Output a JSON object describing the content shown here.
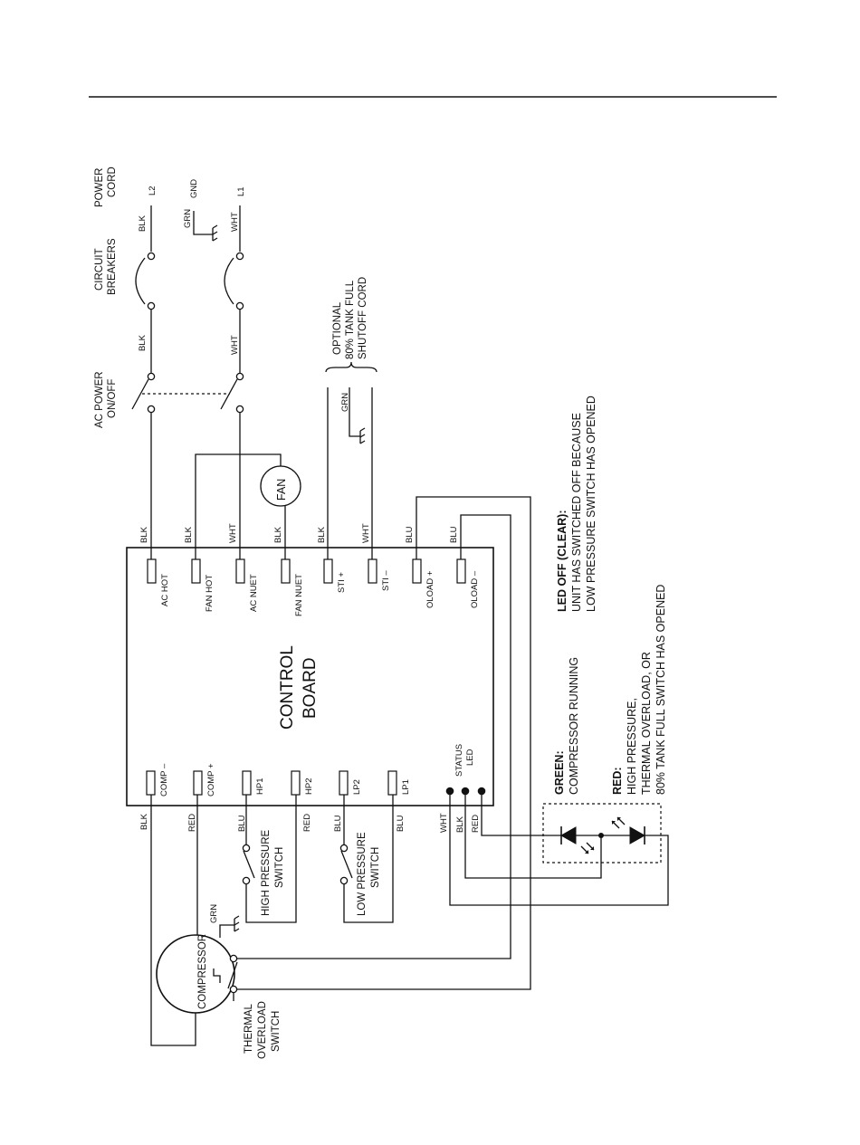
{
  "header_rule": true,
  "power_cord": {
    "title": [
      "POWER",
      "CORD"
    ],
    "l2": "L2",
    "gnd": "GND",
    "l1": "L1",
    "blk": "BLK",
    "grn": "GRN",
    "wht": "WHT"
  },
  "circuit_breakers": {
    "title": [
      "CIRCUIT",
      "BREAKERS"
    ],
    "blk": "BLK",
    "wht": "WHT"
  },
  "ac_power": {
    "title": [
      "AC POWER",
      "ON/OFF"
    ]
  },
  "optional_cord": {
    "lines": [
      "OPTIONAL",
      "80% TANK FULL",
      "SHUTOFF CORD"
    ],
    "grn": "GRN"
  },
  "fan": {
    "label": "FAN"
  },
  "control_board": {
    "title": [
      "CONTROL",
      "BOARD"
    ],
    "top_terminals": [
      {
        "wire": "BLK",
        "label": "AC HOT"
      },
      {
        "wire": "BLK",
        "label": "FAN HOT"
      },
      {
        "wire": "WHT",
        "label": "AC NUET"
      },
      {
        "wire": "BLK",
        "label": "FAN NUET"
      },
      {
        "wire": "BLK",
        "label": "STI +"
      },
      {
        "wire": "WHT",
        "label": "STI –"
      },
      {
        "wire": "BLU",
        "label": "OLOAD +"
      },
      {
        "wire": "BLU",
        "label": "OLOAD –"
      }
    ],
    "bottom_terminals": [
      {
        "wire": "BLK",
        "label": "COMP –"
      },
      {
        "wire": "RED",
        "label": "COMP +"
      },
      {
        "wire": "BLU",
        "label": "HP1"
      },
      {
        "wire": "RED",
        "label": "HP2"
      },
      {
        "wire": "BLU",
        "label": "LP2"
      },
      {
        "wire": "BLU",
        "label": "LP1"
      }
    ],
    "status_led": {
      "label": [
        "STATUS",
        "LED"
      ],
      "wires": [
        "WHT",
        "BLK",
        "RED"
      ]
    }
  },
  "high_pressure_switch": {
    "lines": [
      "HIGH PRESSURE",
      "SWITCH"
    ]
  },
  "low_pressure_switch": {
    "lines": [
      "LOW PRESSURE",
      "SWITCH"
    ]
  },
  "compressor": {
    "label": "COMPRESSOR",
    "grn": "GRN"
  },
  "thermal_overload": {
    "lines": [
      "THERMAL",
      "OVERLOAD",
      "SWITCH"
    ]
  },
  "legend": {
    "led_off": {
      "title": "LED OFF (CLEAR):",
      "lines": [
        "UNIT HAS SWITCHED OFF BECAUSE",
        "LOW PRESSURE SWITCH HAS OPENED"
      ]
    },
    "green": {
      "title": "GREEN:",
      "lines": [
        "COMPRESSOR RUNNING"
      ]
    },
    "red": {
      "title": "RED:",
      "lines": [
        "HIGH PRESSURE,",
        "THERMAL OVERLOAD, OR",
        "80% TANK FULL SWITCH HAS OPENED"
      ]
    }
  }
}
